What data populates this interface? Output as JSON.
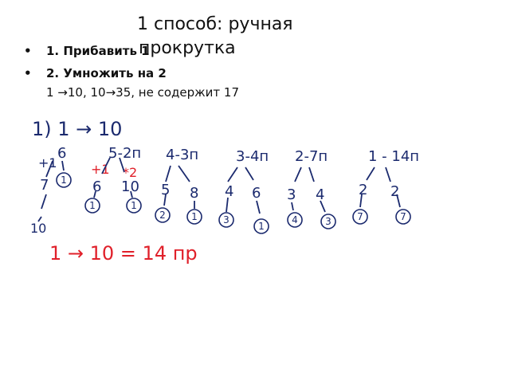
{
  "title": {
    "line1": "1 способ: ручная",
    "line2": "прокрутка"
  },
  "rules": [
    {
      "bullet": "•",
      "text": "1. Прибавить 1"
    },
    {
      "bullet": "•",
      "text": "2. Умножить на 2"
    }
  ],
  "note": "1 →10, 10→35, не содержит 17",
  "sketch": {
    "heading": "1) 1 → 10",
    "labels": [
      "6",
      "5-2п",
      "4-3п",
      "3-4п",
      "2-7п",
      "1 - 14п"
    ],
    "op_plus": "+1",
    "op_times": "*2",
    "left_chain": [
      "7",
      "10"
    ],
    "leaf_nums": [
      "6",
      "10",
      "5",
      "8",
      "4",
      "6",
      "3",
      "4",
      "2",
      "2"
    ],
    "circled": [
      "1",
      "1",
      "1",
      "2",
      "1",
      "3",
      "1",
      "4",
      "3",
      "7",
      "7"
    ],
    "result": "1 → 10 = 14 пр",
    "red_color": "#e0202a",
    "ink_color": "#1b2a6e"
  }
}
